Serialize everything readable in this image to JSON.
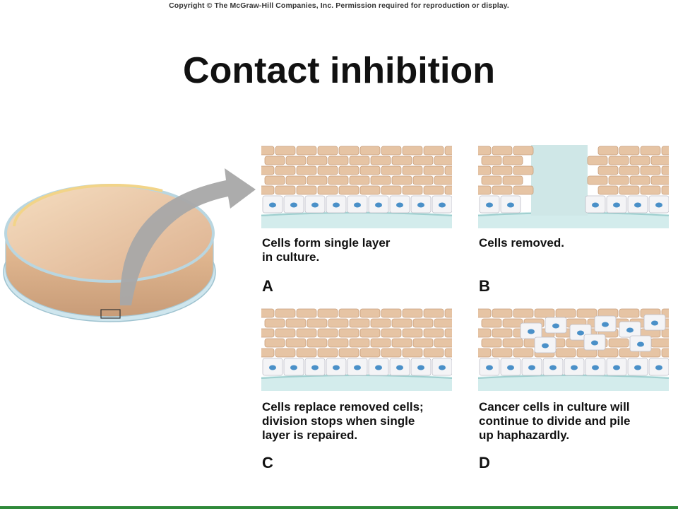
{
  "copyright": "Copyright © The McGraw-Hill Companies, Inc. Permission required for reproduction or display.",
  "title": "Contact inhibition",
  "colors": {
    "cell_fill": "#e6c4a4",
    "cell_edge": "#ffffff",
    "nucleus": "#4a90c8",
    "medium": "#d3ecec",
    "dish_fill": "#e9c8a6",
    "arrow": "#a8a8a8"
  },
  "panels": [
    {
      "id": "A",
      "letter": "A",
      "caption": "Cells form single layer\nin culture."
    },
    {
      "id": "B",
      "letter": "B",
      "caption": "Cells removed."
    },
    {
      "id": "C",
      "letter": "C",
      "caption": "Cells replace removed cells;\ndivision stops when single\nlayer is repaired."
    },
    {
      "id": "D",
      "letter": "D",
      "caption": "Cancer cells in culture will\ncontinue to divide and pile\nup haphazardly."
    }
  ]
}
